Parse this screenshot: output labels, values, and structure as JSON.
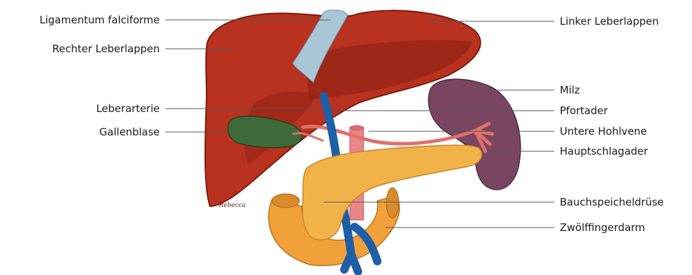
{
  "labels": {
    "ligamentum": "Ligamentum falciforme",
    "rechter_leberlappen": "Rechter Leberlappen",
    "leberarterie": "Leberarterie",
    "gallenblase": "Gallenblase",
    "linker_leberlappen": "Linker Leberlappen",
    "milz": "Milz",
    "pfortader": "Pfortader",
    "untere_hohlvene": "Untere Hohlvene",
    "hauptschlagader": "Hauptschlagader",
    "bauchspeicheldruese": "Bauchspeicheldrüse",
    "zwoelffingerdarm": "Zwölffingerdarm"
  },
  "signature": "Rebecca",
  "colors": {
    "liver": "#b8321f",
    "liver_dark": "#8a1f12",
    "spleen": "#7a4560",
    "pancreas": "#f2b24a",
    "duodenum": "#f0a13a",
    "gallbladder": "#3f6b3a",
    "portal_vein": "#1e5fa8",
    "aorta": "#e8868a",
    "ligament": "#a9c6d6"
  }
}
